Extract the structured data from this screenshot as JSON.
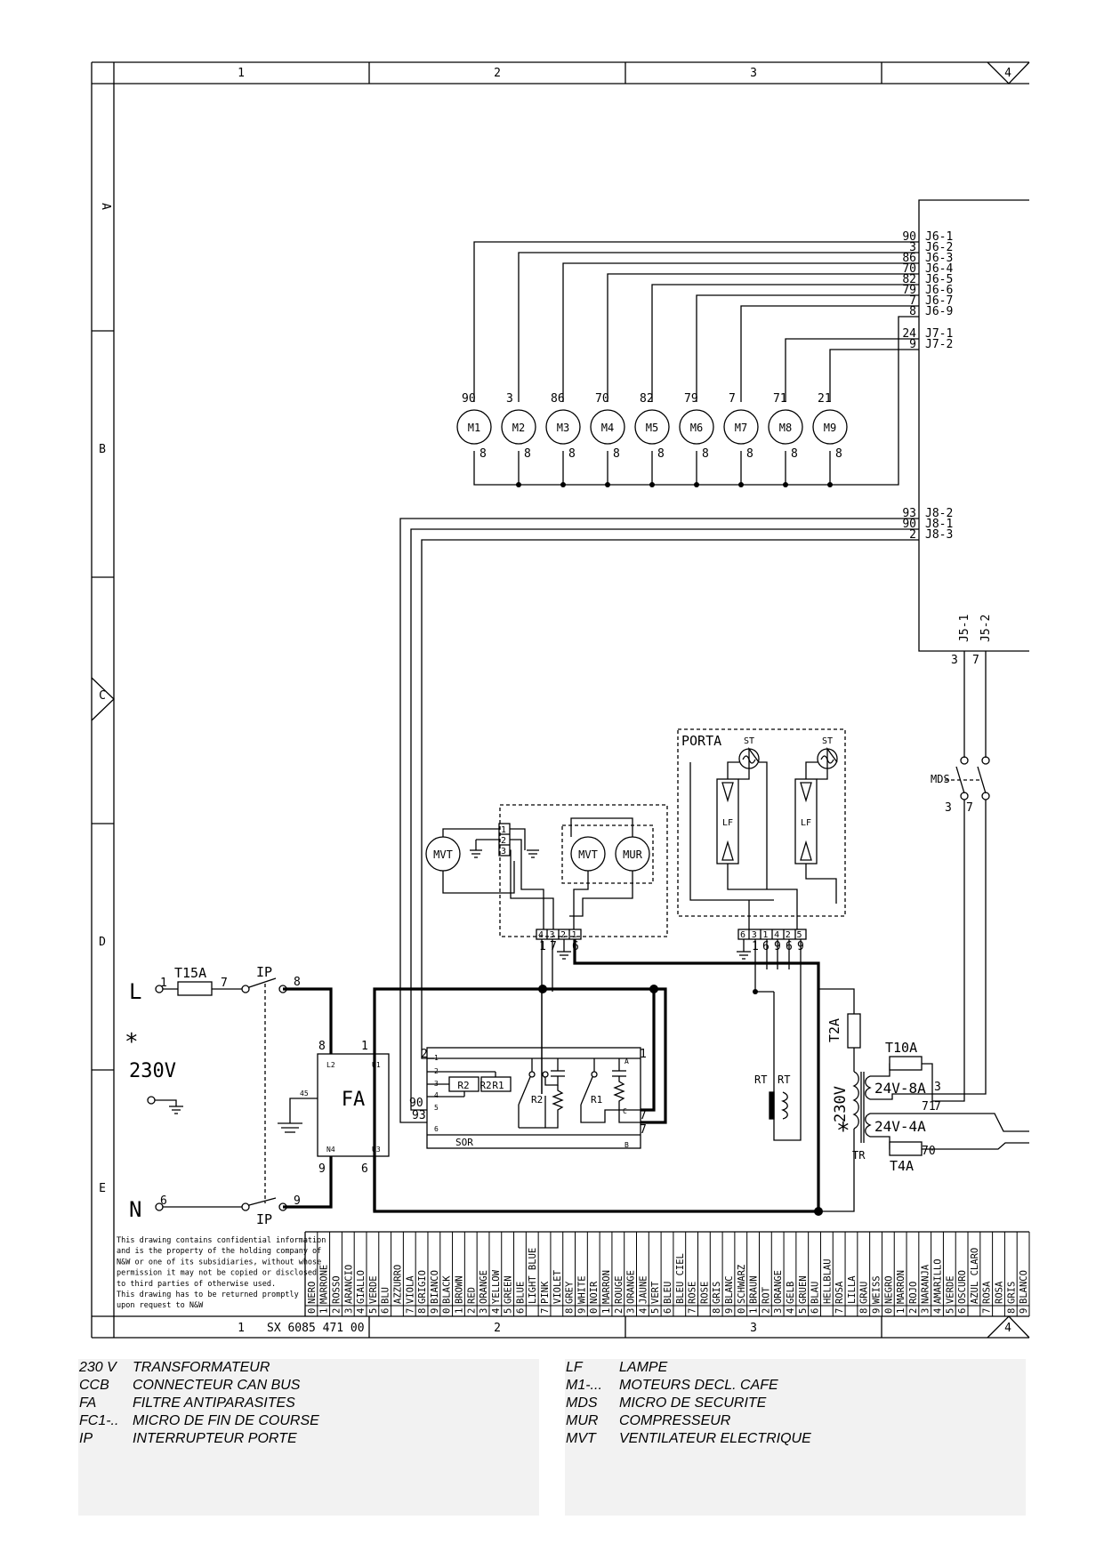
{
  "frame": {
    "columns": [
      "1",
      "2",
      "3",
      "4"
    ],
    "rows": [
      "A",
      "B",
      "C",
      "D",
      "E"
    ],
    "drawing_number": "SX 6085 471 00",
    "notice": [
      "This drawing contains confidential information",
      "and is the property of the holding company of",
      "N&W or one of its subsidiaries, without whose",
      "permission it may not be copied or disclosed",
      "to third parties of otherwise used.",
      "This drawing has to be returned promptly",
      "upon request to N&W"
    ]
  },
  "colour_codes": [
    {
      "n": "0",
      "name": "NERO"
    },
    {
      "n": "1",
      "name": "MARRONE"
    },
    {
      "n": "2",
      "name": "ROSSO"
    },
    {
      "n": "3",
      "name": "ARANCIO"
    },
    {
      "n": "4",
      "name": "GIALLO"
    },
    {
      "n": "5",
      "name": "VERDE"
    },
    {
      "n": "6",
      "name": "BLU"
    },
    {
      "n": "",
      "name": "AZZURRO"
    },
    {
      "n": "7",
      "name": "VIOLA"
    },
    {
      "n": "8",
      "name": "GRIGIO"
    },
    {
      "n": "9",
      "name": "BIANCO"
    },
    {
      "n": "0",
      "name": "BLACK"
    },
    {
      "n": "1",
      "name": "BROWN"
    },
    {
      "n": "2",
      "name": "RED"
    },
    {
      "n": "3",
      "name": "ORANGE"
    },
    {
      "n": "4",
      "name": "YELLOW"
    },
    {
      "n": "5",
      "name": "GREEN"
    },
    {
      "n": "6",
      "name": "BLUE"
    },
    {
      "n": "",
      "name": "LIGHT BLUE"
    },
    {
      "n": "7",
      "name": "PINK"
    },
    {
      "n": "",
      "name": "VIOLET"
    },
    {
      "n": "8",
      "name": "GREY"
    },
    {
      "n": "9",
      "name": "WHITE"
    },
    {
      "n": "0",
      "name": "NOIR"
    },
    {
      "n": "1",
      "name": "MARRON"
    },
    {
      "n": "2",
      "name": "ROUGE"
    },
    {
      "n": "3",
      "name": "ORANGE"
    },
    {
      "n": "4",
      "name": "JAUNE"
    },
    {
      "n": "5",
      "name": "VERT"
    },
    {
      "n": "6",
      "name": "BLEU"
    },
    {
      "n": "",
      "name": "BLEU CIEL"
    },
    {
      "n": "7",
      "name": "ROSE"
    },
    {
      "n": "",
      "name": "ROSE"
    },
    {
      "n": "8",
      "name": "GRIS"
    },
    {
      "n": "9",
      "name": "BLANC"
    },
    {
      "n": "0",
      "name": "SCHWARZ"
    },
    {
      "n": "1",
      "name": "BRAUN"
    },
    {
      "n": "2",
      "name": "ROT"
    },
    {
      "n": "3",
      "name": "ORANGE"
    },
    {
      "n": "4",
      "name": "GELB"
    },
    {
      "n": "5",
      "name": "GRUEN"
    },
    {
      "n": "6",
      "name": "BLAU"
    },
    {
      "n": "",
      "name": "HELLBLAU"
    },
    {
      "n": "7",
      "name": "ROSA"
    },
    {
      "n": "",
      "name": "LILLA"
    },
    {
      "n": "8",
      "name": "GRAU"
    },
    {
      "n": "9",
      "name": "WEISS"
    },
    {
      "n": "0",
      "name": "NEGRO"
    },
    {
      "n": "1",
      "name": "MARRON"
    },
    {
      "n": "2",
      "name": "ROJO"
    },
    {
      "n": "3",
      "name": "NARANJA"
    },
    {
      "n": "4",
      "name": "AMARILLO"
    },
    {
      "n": "5",
      "name": "VERDE"
    },
    {
      "n": "6",
      "name": "OSCURO"
    },
    {
      "n": "",
      "name": "AZUL CLARO"
    },
    {
      "n": "7",
      "name": "ROSA"
    },
    {
      "n": "",
      "name": "ROSA"
    },
    {
      "n": "8",
      "name": "GRIS"
    },
    {
      "n": "9",
      "name": "BLANCO"
    }
  ],
  "connector": {
    "pins": [
      {
        "wire": "90",
        "pin": "J6-1"
      },
      {
        "wire": "3",
        "pin": "J6-2"
      },
      {
        "wire": "86",
        "pin": "J6-3"
      },
      {
        "wire": "70",
        "pin": "J6-4"
      },
      {
        "wire": "82",
        "pin": "J6-5"
      },
      {
        "wire": "79",
        "pin": "J6-6"
      },
      {
        "wire": "7",
        "pin": "J6-7"
      },
      {
        "wire": "8",
        "pin": "J6-9"
      },
      {
        "wire": "24",
        "pin": "J7-1"
      },
      {
        "wire": "9",
        "pin": "J7-2"
      },
      {
        "wire": "93",
        "pin": "J8-2"
      },
      {
        "wire": "90",
        "pin": "J8-1"
      },
      {
        "wire": "2",
        "pin": "J8-3"
      }
    ],
    "j5": [
      {
        "pin": "J5-1",
        "wire": "3"
      },
      {
        "pin": "J5-2",
        "wire": "7"
      }
    ]
  },
  "motors": [
    {
      "label": "M1",
      "top": "90",
      "bottom": "8"
    },
    {
      "label": "M2",
      "top": "3",
      "bottom": "8"
    },
    {
      "label": "M3",
      "top": "86",
      "bottom": "8"
    },
    {
      "label": "M4",
      "top": "70",
      "bottom": "8"
    },
    {
      "label": "M5",
      "top": "82",
      "bottom": "8"
    },
    {
      "label": "M6",
      "top": "79",
      "bottom": "8"
    },
    {
      "label": "M7",
      "top": "7",
      "bottom": "8"
    },
    {
      "label": "M8",
      "top": "71",
      "bottom": "8"
    },
    {
      "label": "M9",
      "top": "21",
      "bottom": "8"
    }
  ],
  "labels": {
    "porta": "PORTA",
    "st": "ST",
    "lf": "LF",
    "mds": "MDS",
    "mvt": "MVT",
    "mur": "MUR",
    "fa": "FA",
    "sor": "SOR",
    "r1": "R1",
    "r2": "R2",
    "rt": "RT",
    "tr": "TR",
    "t2a": "T2A",
    "t10a": "T10A",
    "t4a": "T4A",
    "t15a": "T15A",
    "ip": "IP",
    "l": "L",
    "n": "N",
    "star": "*",
    "v230": "230V",
    "v24_8": "24V-8A",
    "v24_4": "24V-4A",
    "fa_l2": "L2",
    "fa_u1": "U1",
    "fa_n4": "N4",
    "fa_u3": "U3",
    "fa_45": "45",
    "sor_a": "A",
    "sor_b": "B",
    "sor_c": "C"
  },
  "legend_left": [
    {
      "code": "230 V",
      "text": "TRANSFORMATEUR"
    },
    {
      "code": "CCB",
      "text": "CONNECTEUR CAN BUS"
    },
    {
      "code": "FA",
      "text": "FILTRE ANTIPARASITES"
    },
    {
      "code": "FC1-..",
      "text": "MICRO DE FIN DE COURSE"
    },
    {
      "code": "IP",
      "text": "INTERRUPTEUR PORTE"
    }
  ],
  "legend_right": [
    {
      "code": "LF",
      "text": "LAMPE"
    },
    {
      "code": "M1-...",
      "text": "MOTEURS DECL. CAFE"
    },
    {
      "code": "MDS",
      "text": "MICRO DE SECURITE"
    },
    {
      "code": "MUR",
      "text": "COMPRESSEUR"
    },
    {
      "code": "MVT",
      "text": "VENTILATEUR ELECTRIQUE"
    }
  ]
}
